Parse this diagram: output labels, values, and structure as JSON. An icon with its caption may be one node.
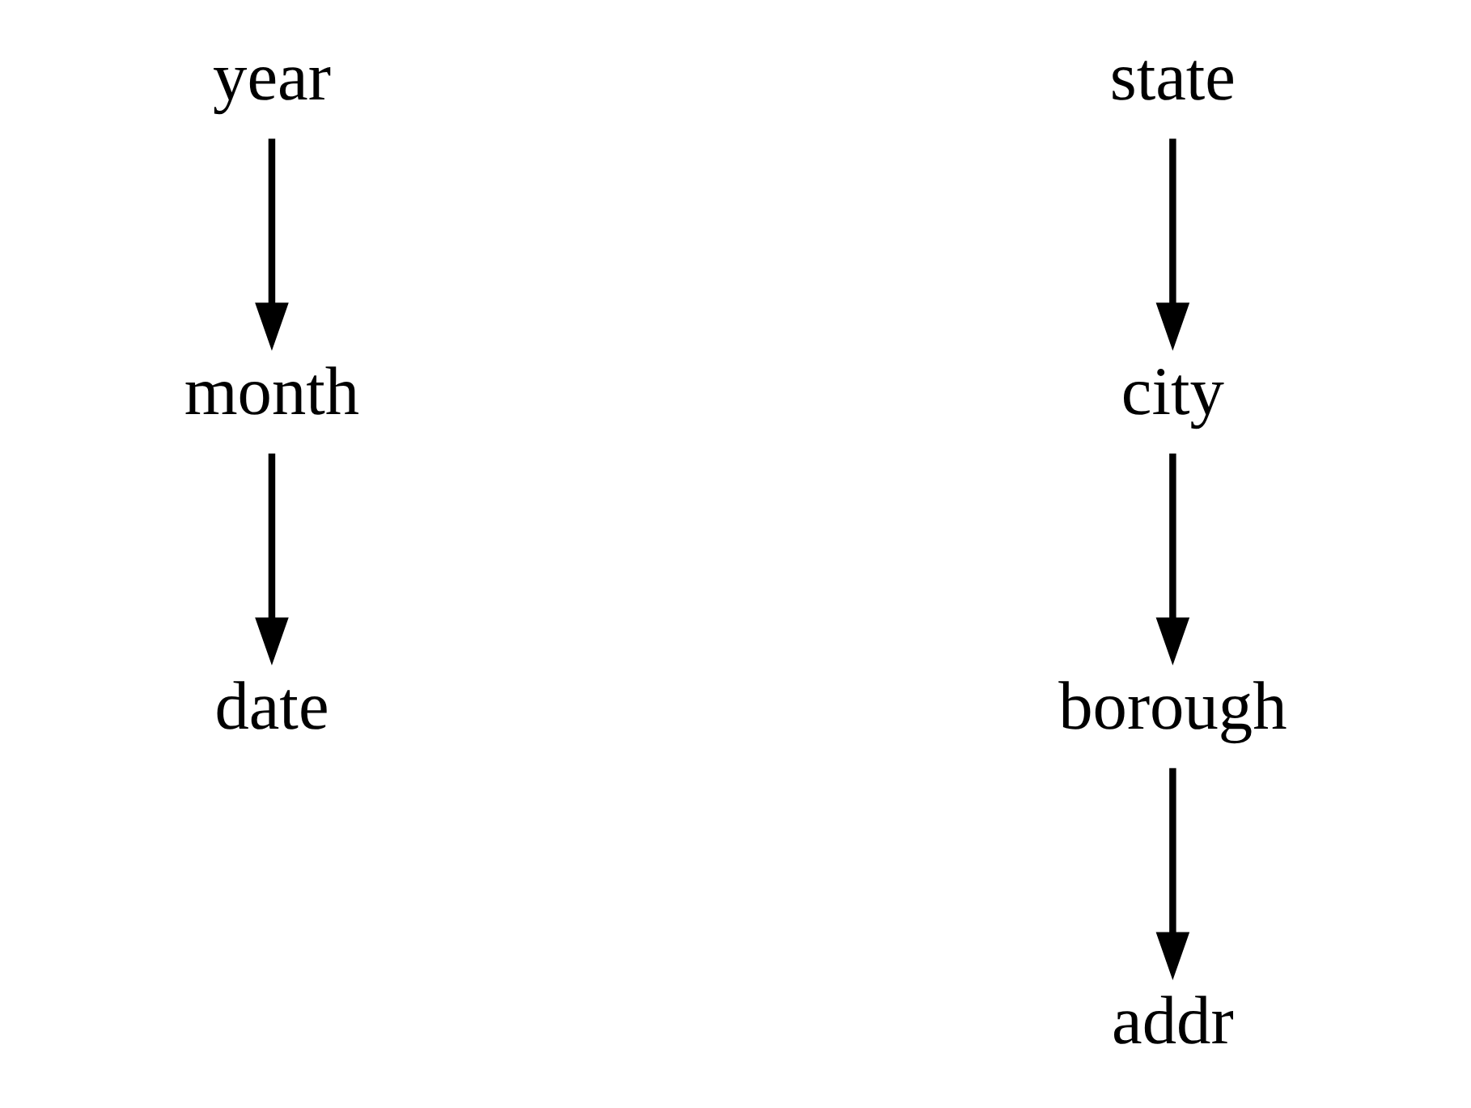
{
  "diagram": {
    "nodes": [
      {
        "text": [
          "year"
        ]
      },
      {
        "text": [
          "month"
        ]
      },
      {
        "text": [
          "date"
        ]
      },
      {
        "text": [
          "state"
        ]
      },
      {
        "text": [
          "city"
        ]
      },
      {
        "text": [
          "borough"
        ]
      },
      {
        "text": [
          "addr"
        ]
      }
    ],
    "edges": [
      {
        "from": 0,
        "to": 1,
        "arrow": "to"
      },
      {
        "from": 1,
        "to": 2,
        "arrow": "to"
      },
      {
        "from": 3,
        "to": 4,
        "arrow": "to"
      },
      {
        "from": 4,
        "to": 5,
        "arrow": "to"
      },
      {
        "from": 5,
        "to": 6,
        "arrow": "to"
      }
    ]
  }
}
